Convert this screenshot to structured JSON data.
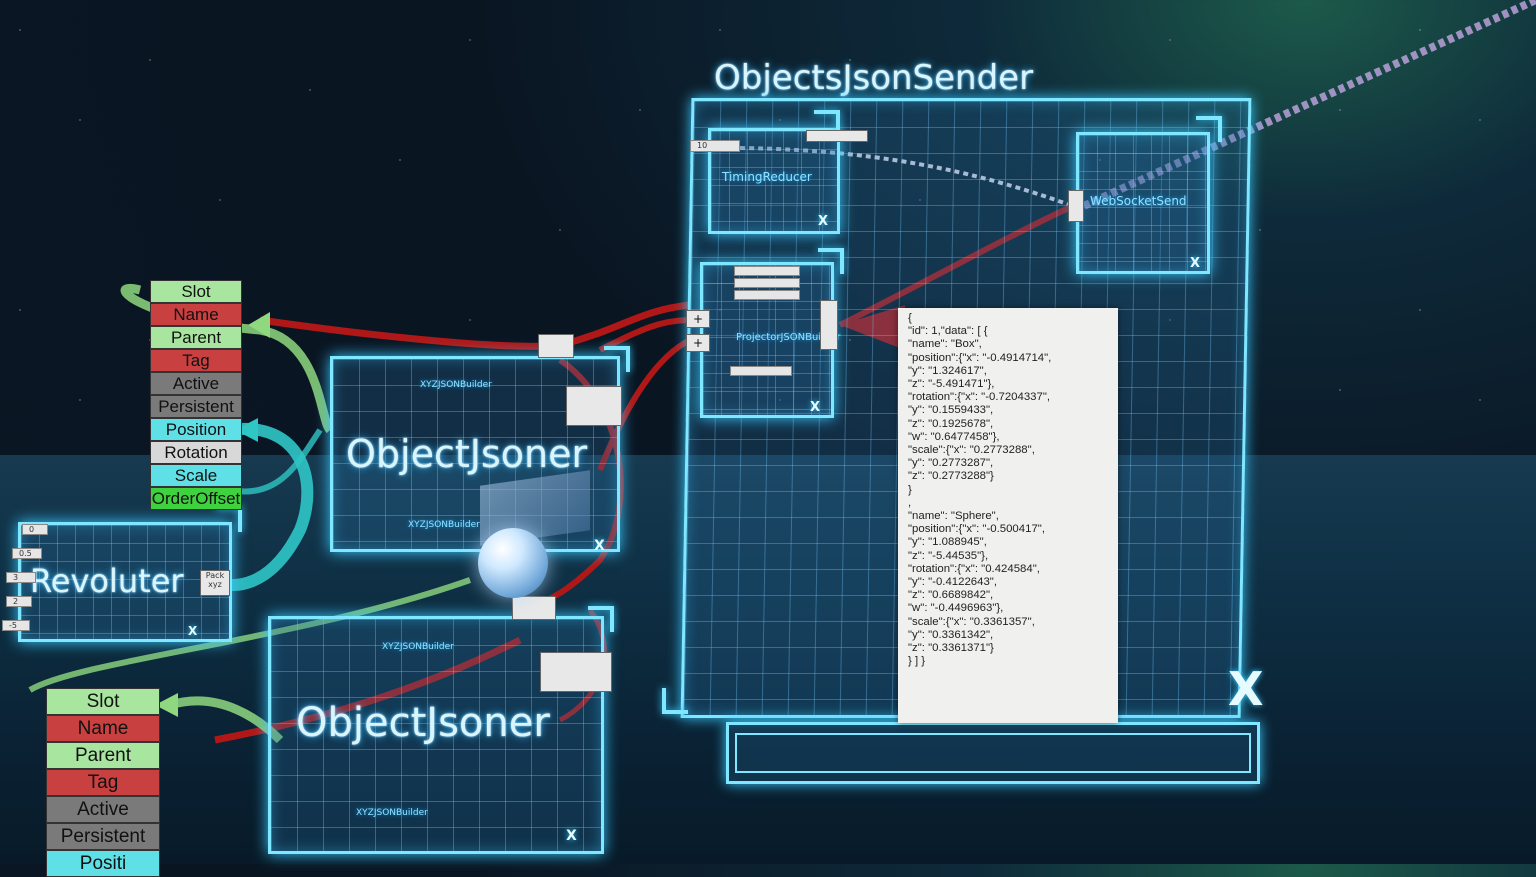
{
  "panels": {
    "objects_json_sender": {
      "title": "ObjectsJsonSender",
      "close": "X"
    },
    "timing_reducer": {
      "title": "TimingReducer",
      "input_value": "10",
      "close": "X"
    },
    "websocket_send": {
      "title": "WebSocketSend",
      "close": "X"
    },
    "projector_json_builder": {
      "title": "ProjectorJSONBuilder",
      "close": "X"
    },
    "object_jsoner_1": {
      "title": "ObjectJsoner",
      "sub1": "XYZJSONBuilder",
      "sub2": "XYZJSONBuilder",
      "close": "X"
    },
    "object_jsoner_2": {
      "title": "ObjectJsoner",
      "sub1": "XYZJSONBuilder",
      "sub2": "XYZJSONBuilder",
      "close": "X"
    },
    "revoluter": {
      "title": "Revoluter",
      "inputs": [
        "0",
        "0.5",
        "3",
        "2",
        "-5"
      ],
      "pack_label": "Pack xyz",
      "close": "X"
    }
  },
  "slot_lists": [
    {
      "fields": [
        {
          "label": "Slot",
          "color": "#a8e6a0"
        },
        {
          "label": "Name",
          "color": "#c94040"
        },
        {
          "label": "Parent",
          "color": "#a8e6a0"
        },
        {
          "label": "Tag",
          "color": "#c94040"
        },
        {
          "label": "Active",
          "color": "#7a7a7a"
        },
        {
          "label": "Persistent",
          "color": "#7a7a7a"
        },
        {
          "label": "Position",
          "color": "#5fe0e6"
        },
        {
          "label": "Rotation",
          "color": "#d8d8d8"
        },
        {
          "label": "Scale",
          "color": "#5fe0e6"
        },
        {
          "label": "OrderOffset",
          "color": "#3fd23f"
        }
      ]
    },
    {
      "fields": [
        {
          "label": "Slot",
          "color": "#a8e6a0"
        },
        {
          "label": "Name",
          "color": "#c94040"
        },
        {
          "label": "Parent",
          "color": "#a8e6a0"
        },
        {
          "label": "Tag",
          "color": "#c94040"
        },
        {
          "label": "Active",
          "color": "#7a7a7a"
        },
        {
          "label": "Persistent",
          "color": "#7a7a7a"
        },
        {
          "label": "Positi",
          "color": "#5fe0e6"
        }
      ]
    }
  ],
  "json_output": "{\n\"id\": 1,\"data\": [ {\n\"name\": \"Box\",\n\"position\":{\"x\": \"-0.4914714\",\n\"y\": \"1.324617\",\n\"z\": \"-5.491471\"},\n\"rotation\":{\"x\": \"-0.7204337\",\n\"y\": \"0.1559433\",\n\"z\": \"0.1925678\",\n\"w\": \"0.6477458\"},\n\"scale\":{\"x\": \"0.2773288\",\n\"y\": \"0.2773287\",\n\"z\": \"0.2773288\"}\n}\n,\n\"name\": \"Sphere\",\n\"position\":{\"x\": \"-0.500417\",\n\"y\": \"1.088945\",\n\"z\": \"-5.44535\"},\n\"rotation\":{\"x\": \"0.424584\",\n\"y\": \"-0.4122643\",\n\"z\": \"0.6689842\",\n\"w\": \"-0.4496963\"},\n\"scale\":{\"x\": \"0.3361357\",\n\"y\": \"0.3361342\",\n\"z\": \"0.3361371\"}\n} ] }",
  "colors": {
    "panel_border": "#7fe7ff",
    "wire_red": "#b01818",
    "wire_cyan": "#2fc6c6",
    "wire_green": "#8fd87f",
    "wire_purple": "#b9a0d8"
  }
}
